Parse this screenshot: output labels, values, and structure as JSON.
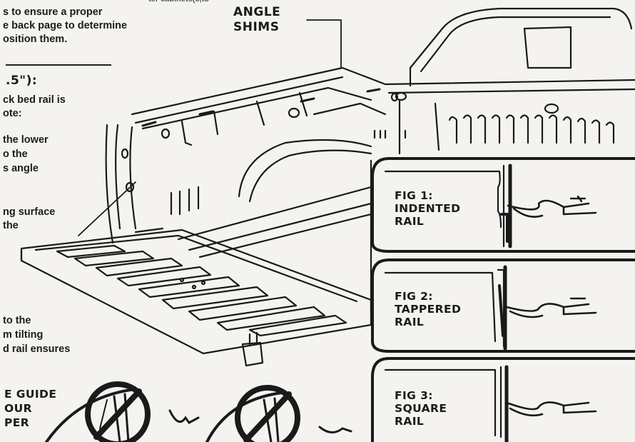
{
  "left_text": {
    "top_fragment": "ter cabinets(c,to",
    "p1": [
      "s to ensure a proper",
      "e back page to determine",
      "osition them."
    ],
    "heading": ".5\"):",
    "p2": [
      "ck  bed rail is",
      "ote:"
    ],
    "p3": [
      "the lower",
      "o the",
      "s angle"
    ],
    "p4": [
      "ng surface",
      "the"
    ],
    "p5": [
      "to the",
      "m tilting",
      "d rail ensures"
    ],
    "p6": [
      "E GUIDE",
      "OUR",
      "PER"
    ]
  },
  "callout": {
    "line1": "ANGLE",
    "line2": "SHIMS"
  },
  "figures": [
    {
      "line1": "FIG 1:",
      "line2": "INDENTED",
      "line3": "RAIL"
    },
    {
      "line1": "FIG 2:",
      "line2": "TAPPERED",
      "line3": "RAIL"
    },
    {
      "line1": "FIG 3:",
      "line2": "SQUARE",
      "line3": "RAIL"
    }
  ],
  "colors": {
    "ink": "#1a1a1a",
    "paper": "#f4f3ef"
  }
}
